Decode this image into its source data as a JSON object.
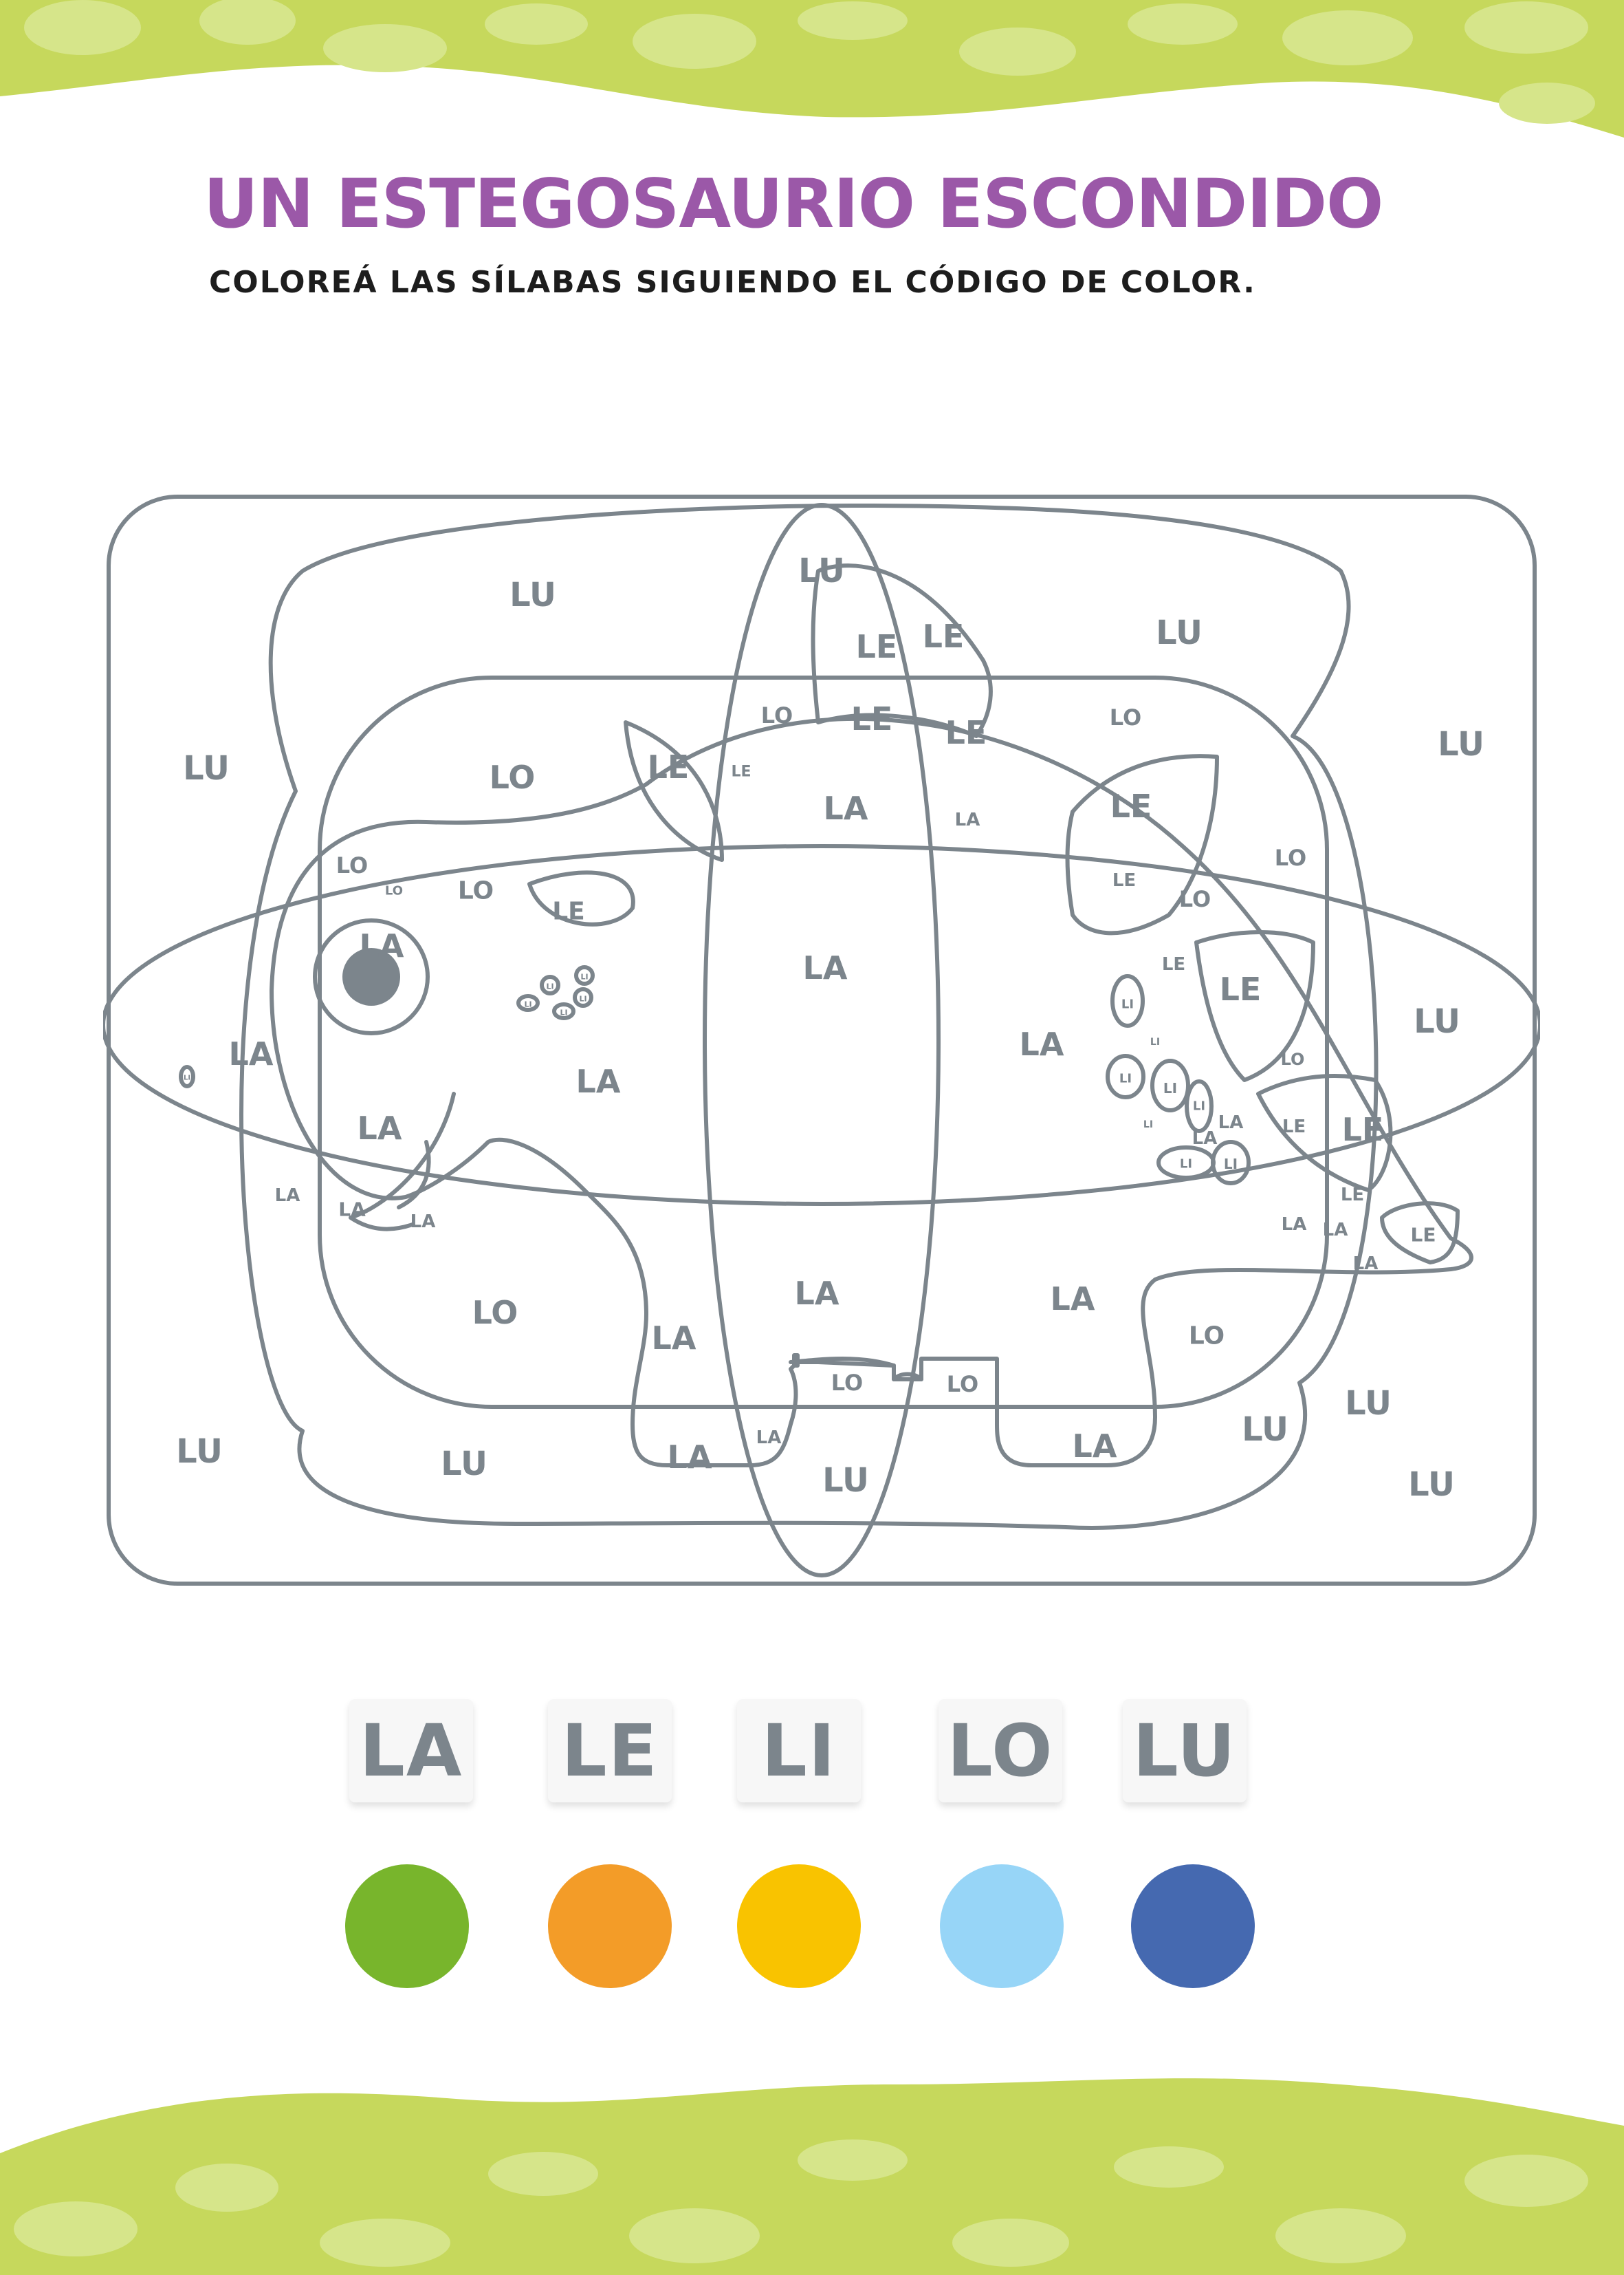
{
  "header": {
    "title": "UN ESTEGOSAURIO ESCONDIDO",
    "subtitle": "COLOREÁ LAS SÍLABAS SIGUIENDO EL CÓDIGO DE COLOR."
  },
  "puzzle": {
    "line_color": "#7c858c",
    "labels": [
      {
        "text": "LU"
      },
      {
        "text": "LU"
      },
      {
        "text": "LU"
      },
      {
        "text": "LU"
      },
      {
        "text": "LU"
      },
      {
        "text": "LU"
      },
      {
        "text": "LU"
      },
      {
        "text": "LU"
      },
      {
        "text": "LU"
      },
      {
        "text": "LU"
      },
      {
        "text": "LU"
      },
      {
        "text": "LU"
      },
      {
        "text": "LE"
      },
      {
        "text": "LE"
      },
      {
        "text": "LE"
      },
      {
        "text": "LE"
      },
      {
        "text": "LE"
      },
      {
        "text": "LE"
      },
      {
        "text": "LE"
      },
      {
        "text": "LE"
      },
      {
        "text": "LE"
      },
      {
        "text": "LE"
      },
      {
        "text": "LE"
      },
      {
        "text": "LE"
      },
      {
        "text": "LE"
      },
      {
        "text": "LE"
      },
      {
        "text": "LE"
      },
      {
        "text": "LO"
      },
      {
        "text": "LO"
      },
      {
        "text": "LO"
      },
      {
        "text": "LO"
      },
      {
        "text": "LO"
      },
      {
        "text": "LO"
      },
      {
        "text": "LO"
      },
      {
        "text": "LO"
      },
      {
        "text": "LO"
      },
      {
        "text": "LO"
      },
      {
        "text": "LO"
      },
      {
        "text": "LO"
      },
      {
        "text": "LO"
      },
      {
        "text": "LA"
      },
      {
        "text": "LA"
      },
      {
        "text": "LA"
      },
      {
        "text": "LA"
      },
      {
        "text": "LA"
      },
      {
        "text": "LA"
      },
      {
        "text": "LA"
      },
      {
        "text": "LA"
      },
      {
        "text": "LA"
      },
      {
        "text": "LA"
      },
      {
        "text": "LA"
      },
      {
        "text": "LA"
      },
      {
        "text": "LA"
      },
      {
        "text": "LA"
      },
      {
        "text": "LA"
      },
      {
        "text": "LA"
      },
      {
        "text": "LA"
      },
      {
        "text": "LA"
      },
      {
        "text": "LA"
      },
      {
        "text": "LA"
      },
      {
        "text": "LA"
      },
      {
        "text": "LA"
      },
      {
        "text": "LI"
      },
      {
        "text": "LI"
      },
      {
        "text": "LI"
      },
      {
        "text": "LI"
      },
      {
        "text": "LI"
      },
      {
        "text": "LI"
      },
      {
        "text": "LI"
      },
      {
        "text": "LI"
      },
      {
        "text": "LI"
      },
      {
        "text": "LI"
      },
      {
        "text": "LI"
      },
      {
        "text": "LI"
      },
      {
        "text": "LI"
      },
      {
        "text": "LI"
      }
    ]
  },
  "legend": [
    {
      "syllable": "LA",
      "color": "#78b52c"
    },
    {
      "syllable": "LE",
      "color": "#f39c28"
    },
    {
      "syllable": "LI",
      "color": "#f9c300"
    },
    {
      "syllable": "LO",
      "color": "#97d5f7"
    },
    {
      "syllable": "LU",
      "color": "#4569b0"
    }
  ],
  "decor": {
    "band_color": "#c6d85c",
    "spot_color": "#d6e58a"
  }
}
